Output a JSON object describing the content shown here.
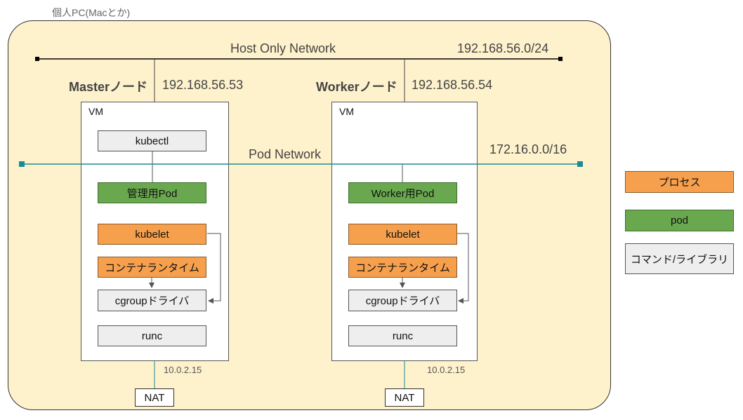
{
  "pc_label": "個人PC(Macとか)",
  "host_network": {
    "label": "Host Only Network",
    "cidr": "192.168.56.0/24"
  },
  "pod_network": {
    "label": "Pod Network",
    "cidr": "172.16.0.0/16"
  },
  "master": {
    "title_bold": "Master",
    "title_rest": "ノード",
    "ip": "192.168.56.53",
    "vm_label": "VM",
    "kubectl": "kubectl",
    "pod": "管理用Pod",
    "kubelet": "kubelet",
    "runtime": "コンテナランタイム",
    "cgroup": "cgroupドライバ",
    "runc": "runc",
    "nat_ip": "10.0.2.15",
    "nat": "NAT"
  },
  "worker": {
    "title_bold": "Worker",
    "title_rest": "ノード",
    "ip": "192.168.56.54",
    "vm_label": "VM",
    "pod": "Worker用Pod",
    "kubelet": "kubelet",
    "runtime": "コンテナランタイム",
    "cgroup": "cgroupドライバ",
    "runc": "runc",
    "nat_ip": "10.0.2.15",
    "nat": "NAT"
  },
  "legend": {
    "process": "プロセス",
    "pod": "pod",
    "command": "コマンド/ライブラリ"
  },
  "colors": {
    "pc_background": "#fef2cc",
    "process": "#f6a04d",
    "pod": "#6aa84f",
    "command": "#eeeeee",
    "pod_network_line": "#1a8c95"
  }
}
